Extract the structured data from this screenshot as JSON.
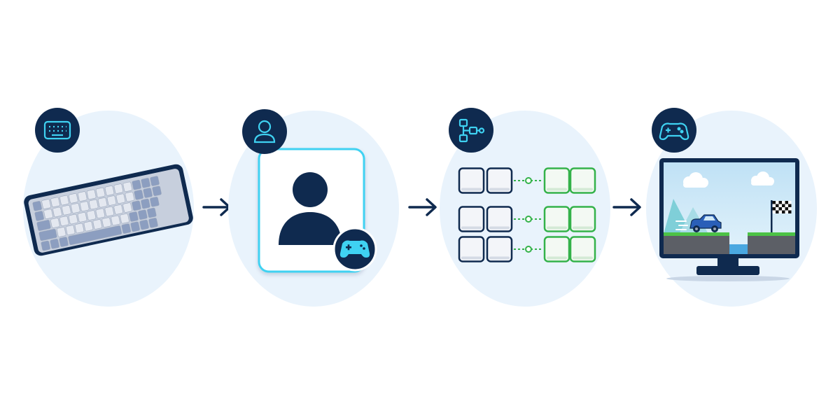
{
  "colors": {
    "navy": "#0f2a4f",
    "bubble": "#e9f3fc",
    "accent_cyan": "#3fd2f2",
    "mapping_green": "#34b24a",
    "key_light": "#e4e8f0",
    "key_blue": "#8c9ec0",
    "sky": "#c5e4f6",
    "ground": "#5c5f66",
    "grass": "#4cc246",
    "car": "#2a5fb8"
  },
  "stages": [
    {
      "name": "keyboard",
      "badge_icon": "keyboard-icon"
    },
    {
      "name": "player-profile",
      "badge_icon": "user-icon"
    },
    {
      "name": "key-mapping",
      "badge_icon": "flow-diagram-icon"
    },
    {
      "name": "game-screen",
      "badge_icon": "gamepad-icon"
    }
  ],
  "connectors": [
    {
      "from": "keyboard",
      "to": "player-profile",
      "icon": "arrow-right-icon"
    },
    {
      "from": "player-profile",
      "to": "key-mapping",
      "icon": "arrow-right-icon"
    },
    {
      "from": "key-mapping",
      "to": "game-screen",
      "icon": "arrow-right-icon"
    }
  ],
  "mapping": {
    "rows": 3,
    "keys_per_side": 2,
    "link_style": "dashed-green"
  }
}
